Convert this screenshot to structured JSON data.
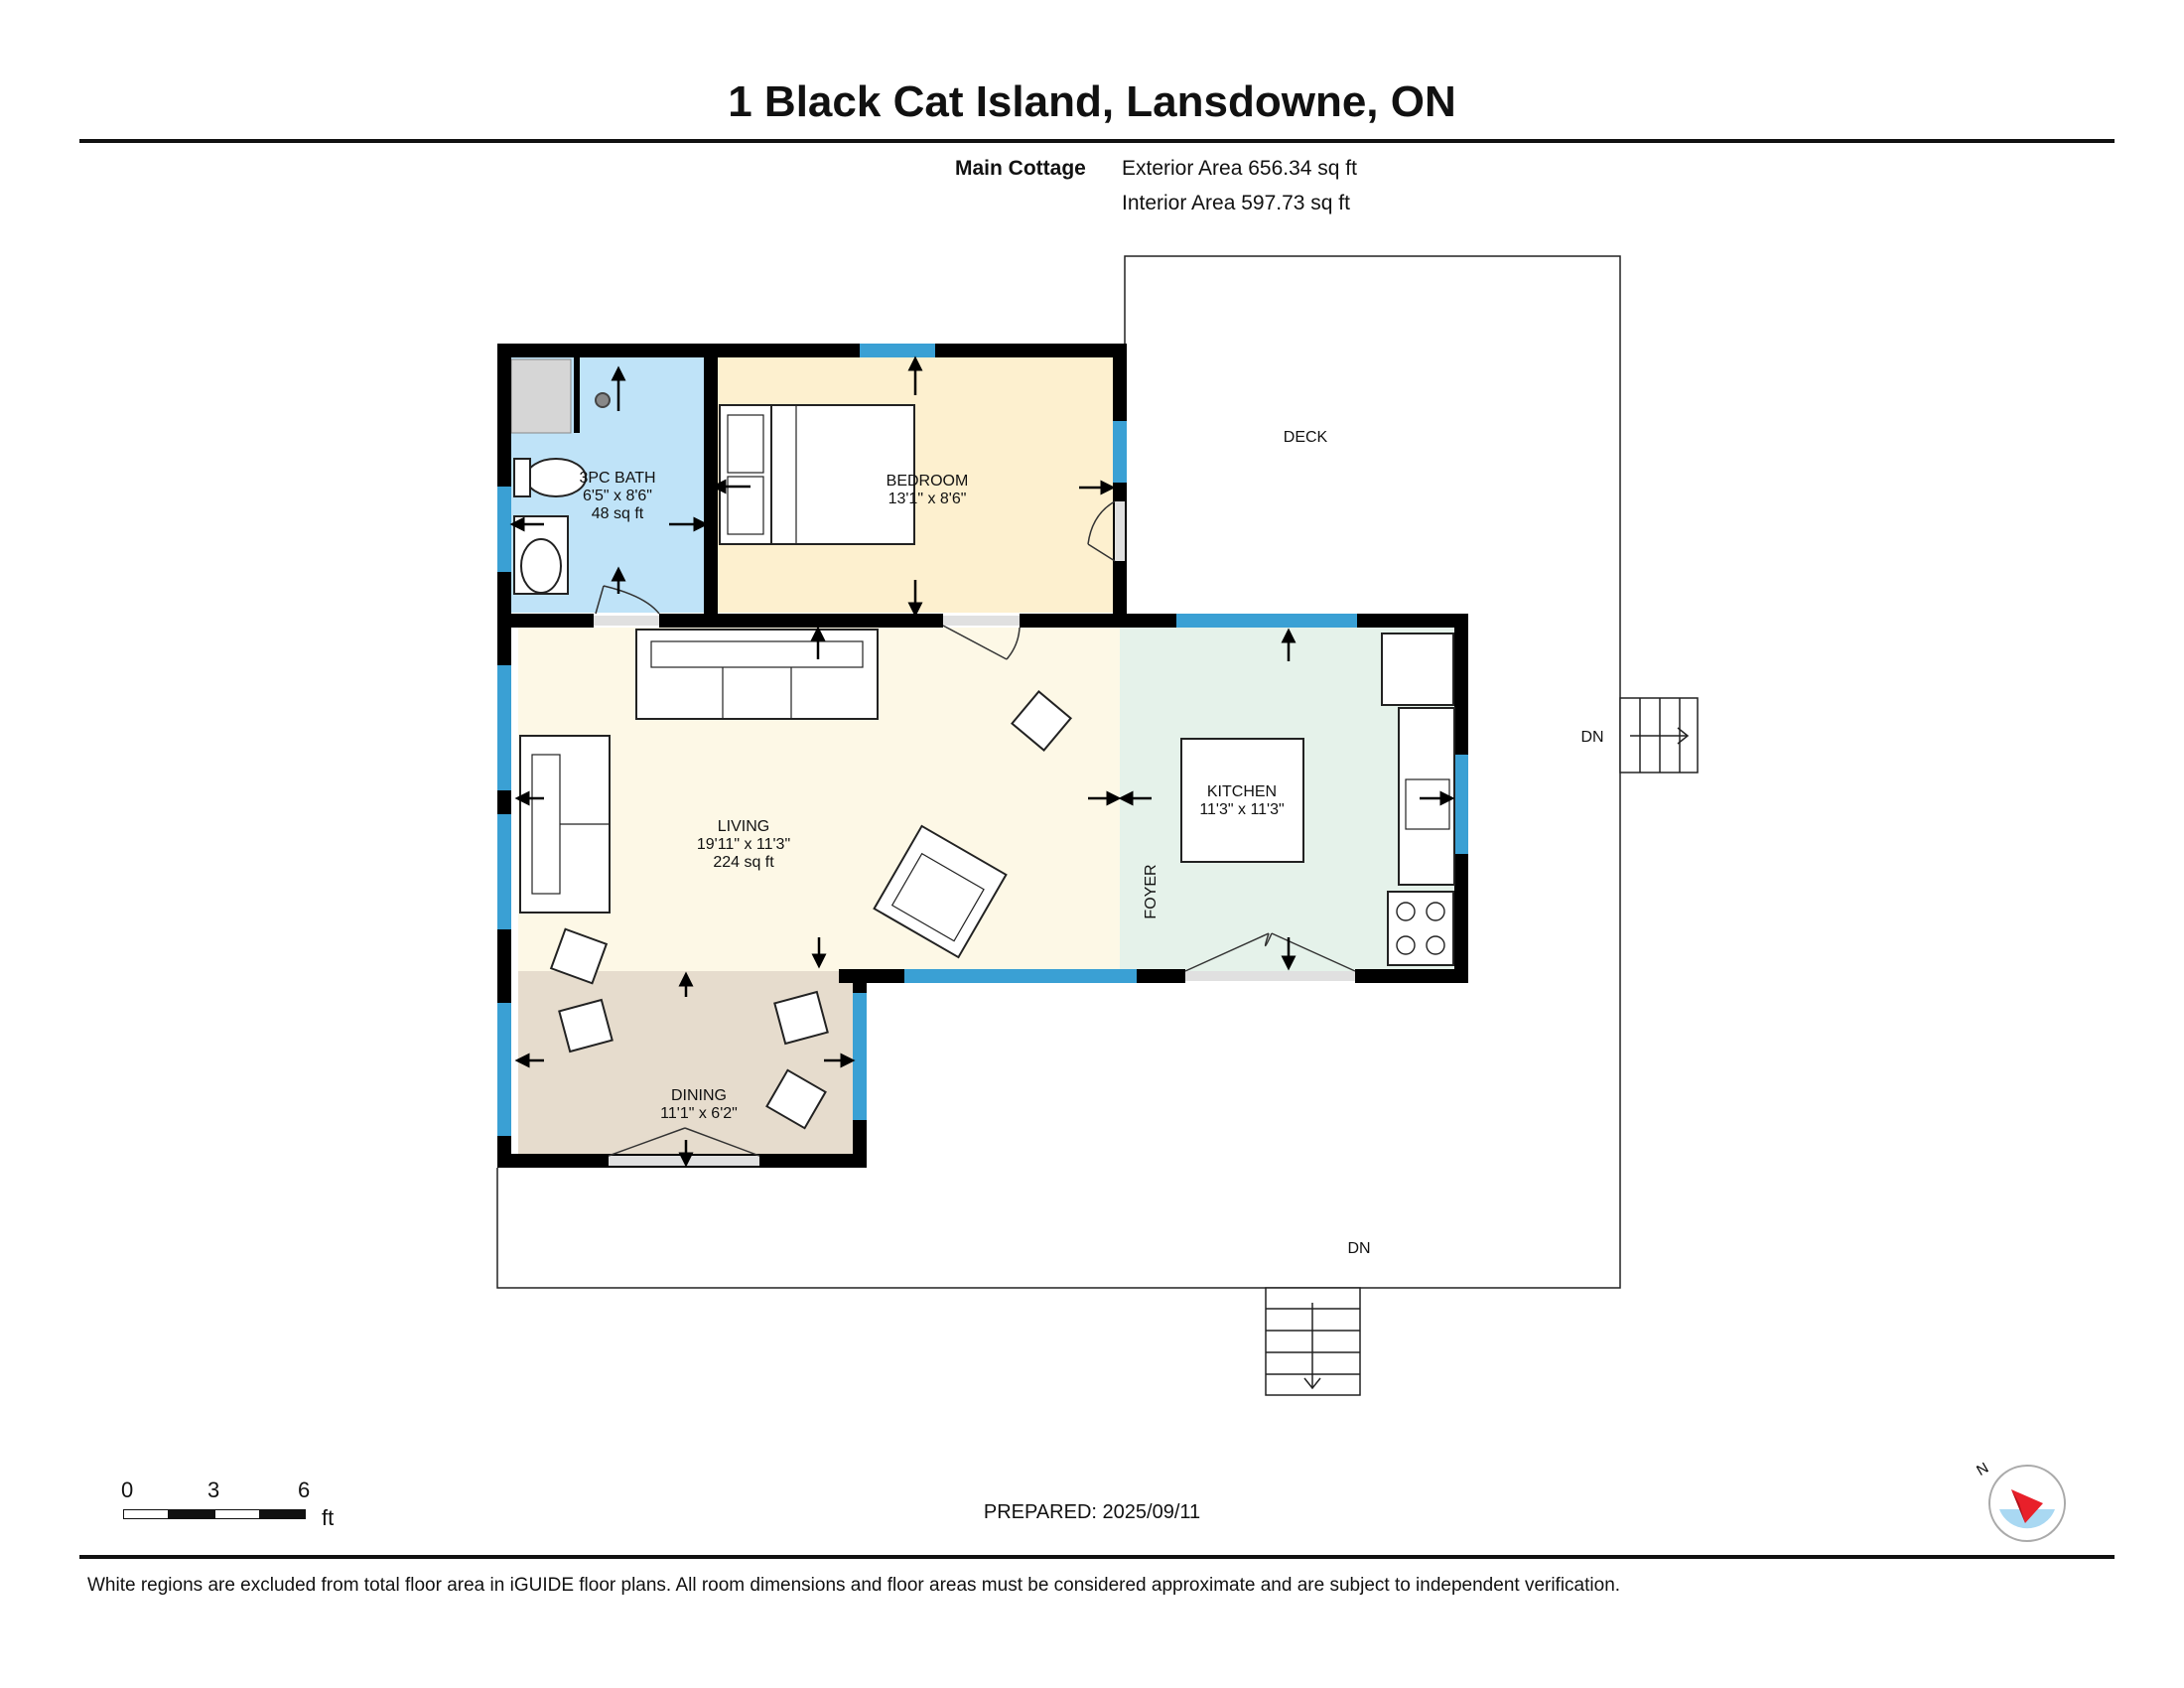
{
  "title": "1 Black Cat Island, Lansdowne, ON",
  "summary": {
    "building": "Main Cottage",
    "exterior": "Exterior Area 656.34 sq ft",
    "interior": "Interior Area 597.73 sq ft"
  },
  "rooms": {
    "bath": {
      "name": "3PC BATH",
      "dims": "6'5\" x 8'6\"",
      "area": "48 sq ft"
    },
    "bedroom": {
      "name": "BEDROOM",
      "dims": "13'1\" x 8'6\""
    },
    "living": {
      "name": "LIVING",
      "dims": "19'11\" x 11'3\"",
      "area": "224 sq ft"
    },
    "kitchen": {
      "name": "KITCHEN",
      "dims": "11'3\" x 11'3\""
    },
    "dining": {
      "name": "DINING",
      "dims": "11'1\" x 6'2\""
    },
    "foyer": {
      "name": "FOYER"
    },
    "deck": {
      "name": "DECK"
    }
  },
  "stairs": {
    "east": "DN",
    "south": "DN"
  },
  "scale": {
    "ticks": [
      "0",
      "3",
      "6"
    ],
    "unit": "ft"
  },
  "prepared": "PREPARED: 2025/09/11",
  "compass_label": "N",
  "disclaimer": "White regions are excluded from total floor area in iGUIDE floor plans. All room dimensions and floor areas must be considered approximate and are subject to independent verification.",
  "colors": {
    "bath": "#bfe3f8",
    "bedroom": "#fdf0cf",
    "living": "#fdf8e6",
    "kitchen": "#e5f2ea",
    "dining": "#e6dccd",
    "window": "#3aa0d4",
    "wall": "#000000",
    "compass_needle": "#e8202a",
    "compass_water": "#a9d8f2"
  }
}
